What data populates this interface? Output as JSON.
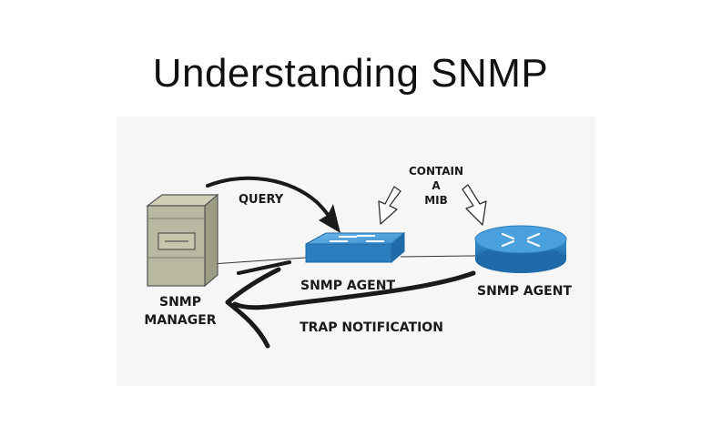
{
  "title": "Understanding SNMP",
  "labels": {
    "query": "QUERY",
    "contain_line1": "CONTAIN",
    "contain_line2": "A",
    "contain_line3": "MIB",
    "agent_switch": "SNMP AGENT",
    "agent_router": "SNMP AGENT",
    "manager_line1": "SNMP",
    "manager_line2": "MANAGER",
    "trap": "TRAP NOTIFICATION"
  },
  "colors": {
    "panel_background": "#f6f6f6",
    "server_body": "#b9b8a0",
    "device_blue": "#3a8fd0",
    "ink": "#1a1a1a"
  }
}
